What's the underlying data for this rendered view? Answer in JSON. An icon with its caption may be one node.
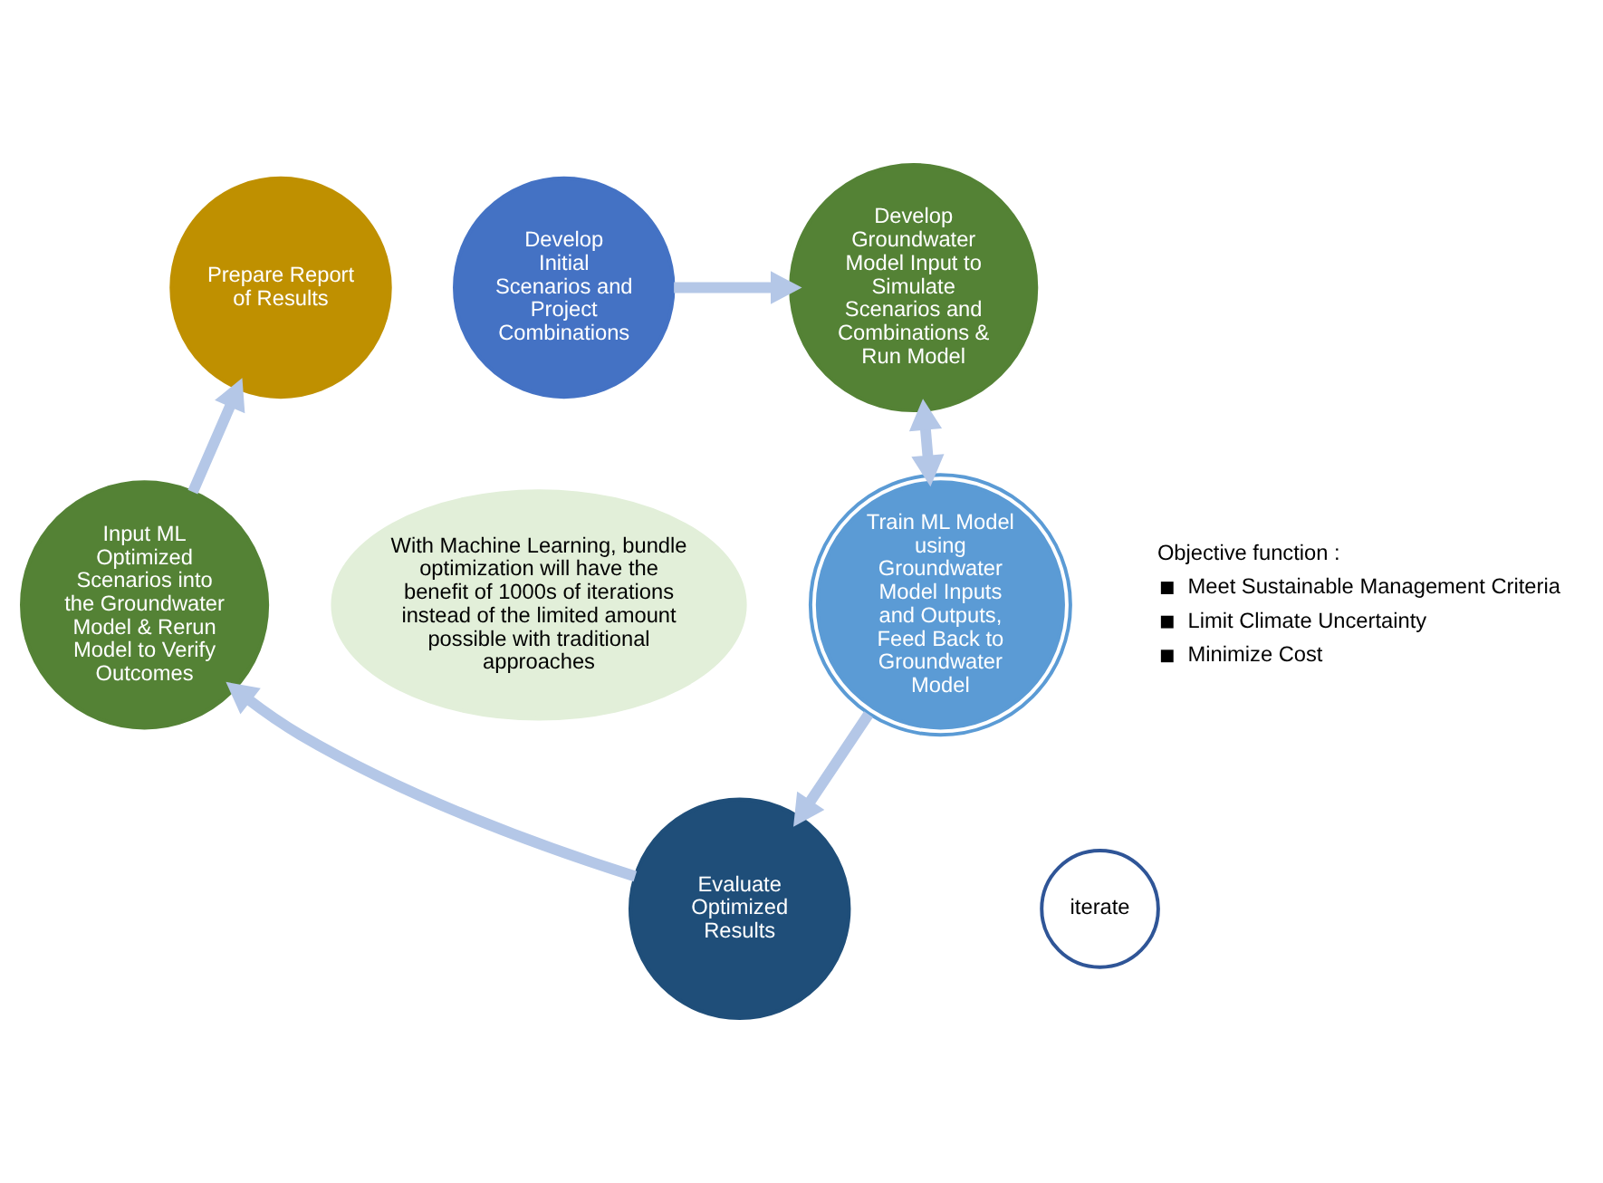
{
  "diagram": {
    "nodes": [
      {
        "text": [
          "Develop Initial Scenarios and Project Combinations"
        ]
      },
      {
        "text": [
          "Prepare Report of Results"
        ]
      },
      {
        "text": [
          "Develop Groundwater Model Input to Simulate Scenarios and Combinations & Run Model"
        ]
      },
      {
        "text": [
          "With Machine Learning, bundle optimization will have the benefit of 1000s of iterations instead of the limited amount possible with traditional approaches"
        ]
      },
      {
        "text": [
          "Input ML Optimized Scenarios into the Groundwater Model & Rerun Model to Verify Outcomes"
        ]
      },
      {
        "text": [
          "Train ML Model using Groundwater Model Inputs and Outputs, Feed Back to Groundwater Model"
        ]
      },
      {
        "text": [
          "Evaluate Optimized Results"
        ]
      },
      {
        "text": [
          "iterate"
        ]
      }
    ],
    "edges": [
      {
        "from": 0,
        "to": 2,
        "arrow": "to"
      },
      {
        "from": 2,
        "to": 5,
        "arrow": "both"
      },
      {
        "from": 5,
        "to": 6,
        "arrow": "to"
      },
      {
        "from": 6,
        "to": 4,
        "arrow": "to"
      },
      {
        "from": 4,
        "to": 1,
        "arrow": "to"
      }
    ],
    "labels": [
      "Objective function :",
      "Meet Sustainable Management Criteria",
      "Limit Climate Uncertainty",
      "Minimize Cost"
    ]
  }
}
